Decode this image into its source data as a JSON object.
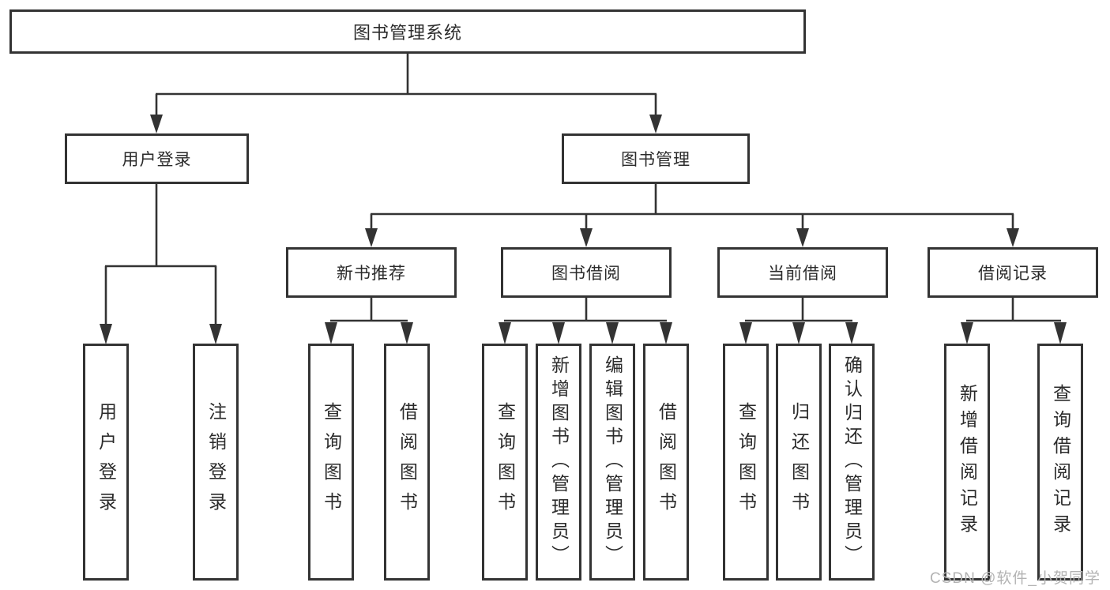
{
  "tree": {
    "root_label": "图书管理系统",
    "branches": [
      {
        "label": "用户登录",
        "leaves": [
          "用户登录",
          "注销登录"
        ]
      },
      {
        "label": "图书管理",
        "groups": [
          {
            "label": "新书推荐",
            "leaves": [
              "查询图书",
              "借阅图书"
            ]
          },
          {
            "label": "图书借阅",
            "leaves": [
              "查询图书",
              "新增图书（管理员）",
              "编辑图书（管理员）",
              "借阅图书"
            ]
          },
          {
            "label": "当前借阅",
            "leaves": [
              "查询图书",
              "归还图书",
              "确认归还（管理员）"
            ]
          },
          {
            "label": "借阅记录",
            "leaves": [
              "新增借阅记录",
              "查询借阅记录"
            ]
          }
        ]
      }
    ]
  },
  "watermark": "CSDN @软件_小贺同学",
  "colors": {
    "line": "#333333",
    "box_border": "#333333",
    "box_fill": "#ffffff",
    "text": "#2b2b2b",
    "watermark": "#b3b3b3",
    "background": "#ffffff"
  }
}
